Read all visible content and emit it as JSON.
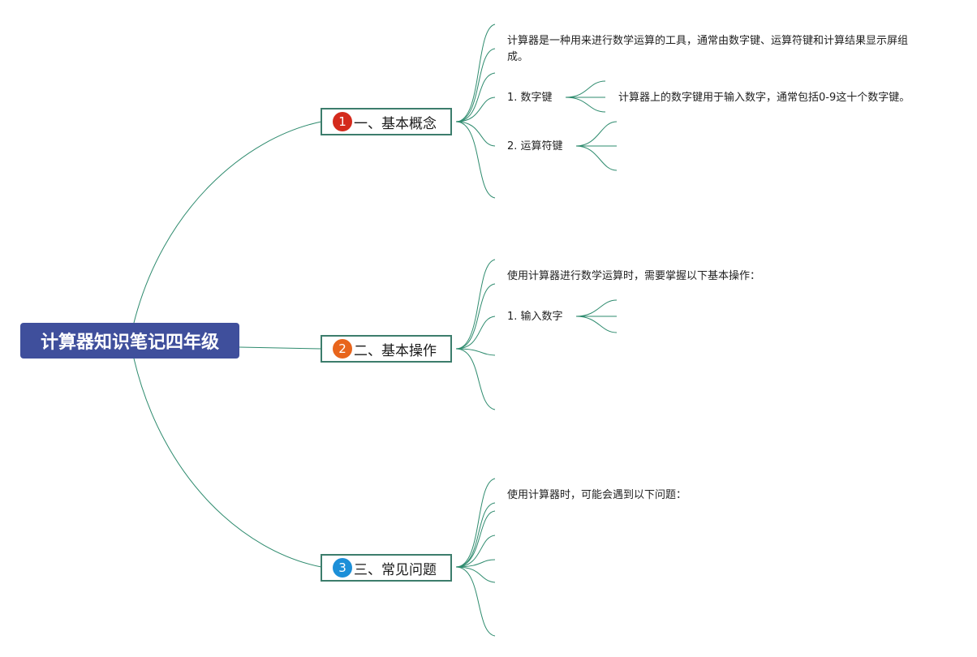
{
  "root": {
    "title": "计算器知识笔记四年级"
  },
  "branches": [
    {
      "number": "1",
      "title": "一、基本概念",
      "badge_color": "#d42a1c",
      "intro": "计算器是一种用来进行数学运算的工具，通常由数字键、运算符键和计算结果显示屏组成。",
      "items": [
        {
          "label": "1. 数字键",
          "detail": "计算器上的数字键用于输入数字，通常包括0-9这十个数字键。"
        },
        {
          "label": "2. 运算符键"
        }
      ]
    },
    {
      "number": "2",
      "title": "二、基本操作",
      "badge_color": "#e8651c",
      "intro": "使用计算器进行数学运算时，需要掌握以下基本操作：",
      "items": [
        {
          "label": "1. 输入数字"
        }
      ]
    },
    {
      "number": "3",
      "title": "三、常见问题",
      "badge_color": "#1c8fd8",
      "intro": "使用计算器时，可能会遇到以下问题："
    }
  ]
}
